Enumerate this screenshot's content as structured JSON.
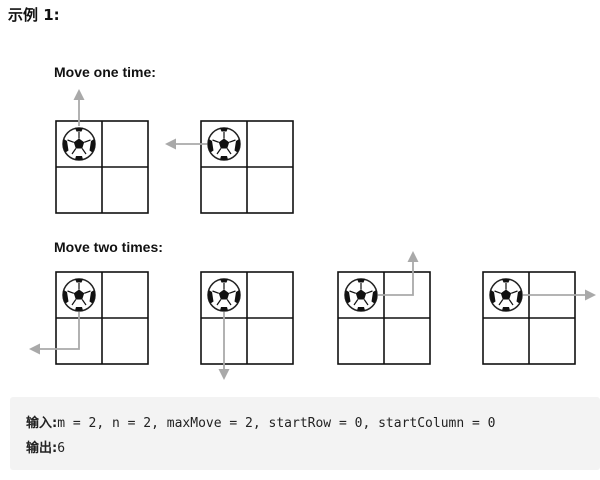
{
  "heading": "示例 1:",
  "diagram": {
    "section_one_title": "Move one time:",
    "section_two_title": "Move two times:",
    "ball_icon": "soccer-ball-icon",
    "arrow_color": "#a9a9a9",
    "grid_color": "#111111",
    "grid": {
      "rows": 2,
      "cols": 2
    },
    "one_move_examples": [
      {
        "ball": [
          0,
          0
        ],
        "direction": "up"
      },
      {
        "ball": [
          0,
          0
        ],
        "direction": "left"
      }
    ],
    "two_move_examples": [
      {
        "ball": [
          0,
          0
        ],
        "path": [
          "down",
          "left"
        ]
      },
      {
        "ball": [
          0,
          0
        ],
        "path": [
          "down",
          "down"
        ]
      },
      {
        "ball": [
          0,
          0
        ],
        "path": [
          "right",
          "up"
        ]
      },
      {
        "ball": [
          0,
          0
        ],
        "path": [
          "right",
          "right"
        ]
      }
    ]
  },
  "example": {
    "input_label": "输入:",
    "input_value": "m = 2, n = 2, maxMove = 2, startRow = 0, startColumn = 0",
    "output_label": "输出:",
    "output_value": "6"
  }
}
